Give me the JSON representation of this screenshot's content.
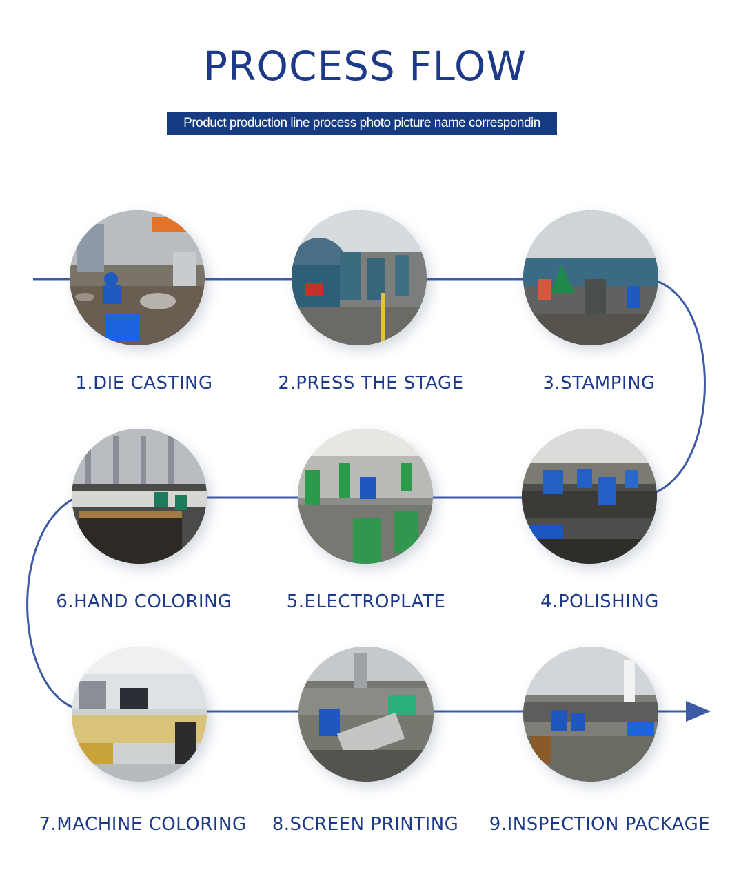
{
  "header": {
    "title": "PROCESS FLOW",
    "subtitle": "Product production line process photo picture name correspondin"
  },
  "colors": {
    "title": "#1d3a8a",
    "subtitle_bg": "#173b83",
    "flow_line": "#3d5aa6"
  },
  "steps": [
    {
      "label": "1.DIE CASTING"
    },
    {
      "label": "2.PRESS THE STAGE"
    },
    {
      "label": "3.STAMPING"
    },
    {
      "label": "4.POLISHING"
    },
    {
      "label": "5.ELECTROPLATE"
    },
    {
      "label": "6.HAND COLORING"
    },
    {
      "label": "7.MACHINE COLORING"
    },
    {
      "label": "8.SCREEN PRINTING"
    },
    {
      "label": "9.INSPECTION PACKAGE"
    }
  ]
}
